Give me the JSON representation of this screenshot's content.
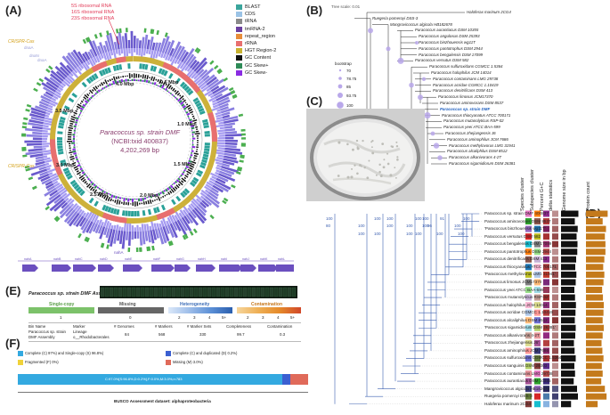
{
  "panels": {
    "A": "(A)",
    "B": "(B)",
    "C": "(C)",
    "D": "(D)",
    "E": "(E)",
    "F": "(F)"
  },
  "genome": {
    "title_line1": "Paracoccus sp. strain DMF",
    "title_line2": "(NCBI:txid 400837)",
    "size": "4,202,269 bp",
    "ticks": [
      "0.5 Mbp",
      "1.0 Mbp",
      "1.5 Mbp",
      "2.0 Mbp",
      "2.5 Mbp",
      "3.0 Mbp",
      "3.5 Mbp",
      "4.0 Mbp"
    ],
    "rrna_labels": [
      "5S ribosomal RNA",
      "16S ribosomal RNA",
      "23S ribosomal RNA"
    ],
    "crispr_labels": [
      "CRISPR-Cas",
      "CRISPR-Cas"
    ],
    "small_labels": [
      "dnaA",
      "dnaN",
      "dnaA"
    ],
    "bottom_gene": "nahA",
    "legend": [
      {
        "label": "BLAST",
        "color": "#3aa59c"
      },
      {
        "label": "CDS",
        "color": "#9bc3e6"
      },
      {
        "label": "tRNA",
        "color": "#8a8a8a"
      },
      {
        "label": "tmRNA-2",
        "color": "#6b3fa0"
      },
      {
        "label": "repeat_region",
        "color": "#e88d3a"
      },
      {
        "label": "rRNA",
        "color": "#e86f6f"
      },
      {
        "label": "HGT Region-2",
        "color": "#c8b22f"
      },
      {
        "label": "GC Content",
        "color": "#111111"
      },
      {
        "label": "GC Skew+",
        "color": "#2e8b57"
      },
      {
        "label": "GC Skew-",
        "color": "#8a2be2"
      }
    ],
    "operon_genes": [
      "nahA",
      "nahB",
      "nahC",
      "nahD",
      "nahE",
      "nahF",
      "nahG",
      "nahH",
      "nahI",
      "nahJ",
      "nahK",
      "nahL"
    ]
  },
  "treeB": {
    "scale_label": "Tree scale: 0.01",
    "bootstrap_title": "bootstrap",
    "bootstrap_values": [
      "70",
      "78.75",
      "85",
      "93.75",
      "100"
    ],
    "taxa": [
      "Haloferax marinum 2CG4",
      "Ruegeria pomeroyi DSS-3",
      "Mangrovicoccus algicola HB182678",
      "Paracoccus aurantiacus DSM 10355",
      "Paracoccus angulosus DSM 25393",
      "Paracoccus binzhouensis wg11T",
      "Paracoccus pantotrophus DSM 2944",
      "Paracoccus bengalensis DSM 17099",
      "Paracoccus versutus DSM 582",
      "Paracoccus sulfuroxidans CGMCC 1.5364",
      "Paracoccus halophilus JCM 14014",
      "Paracoccus contaminans LMG 29738",
      "Paracoccus acridae CGMCC 1.10419",
      "Paracoccus denitrificans DSM 413",
      "Paracoccus limosus JCM17370",
      "Paracoccus aminovorans DSM 8537",
      "Paracoccus sp. strain DMF",
      "Paracoccus thiocyanatus ATCC 700171",
      "Paracoccus mutanolyticus RSP-02",
      "Paracoccus yeei ATCC BAA-599",
      "Paracoccus zhejiangensis J6",
      "Paracoccus aminophilus JCM 7686",
      "Paracoccus methylovorus LMG 31941",
      "Paracoccus alcaliphilus DSM 8512",
      "Paracoccus alkanivorans 4-2T",
      "Paracoccus sigamidiorum DSM 26381"
    ]
  },
  "treeD": {
    "column_headers": [
      "Species cluster",
      "Subspecies cluster",
      "Percent G+C",
      "delta statistics",
      "Genome size in bp",
      "Protein count"
    ],
    "taxa": [
      "Paracoccus sp. strain DMF 400837",
      "Paracoccus aminovorans DSM 8537",
      "'Paracoccus binzhouensis wg11T'",
      "Paracoccus versutus DSM 582",
      "Paracoccus bengalensis DSM 17099",
      "Paracoccus pantotrophus DSM 2944",
      "Paracoccus denitrificans DSM 413",
      "Paracoccus thiocyanatus ATCC 700171",
      "'Paracoccus methylovorus LMG 31941'",
      "Paracoccus limosus JCM17370",
      "Paracoccus yeei ATCC BAA-599",
      "'Paracoccus mutanolyticus RSP-02'",
      "Paracoccus halophilus JCM 14014",
      "Paracoccus acridae CGMCC 1.10419",
      "Paracoccus alcaliphilus DSM 8512",
      "'Paracoccus sigamidiorum DSM 26381'",
      "Paracoccus alkanivorans 4-2T",
      "'Paracoccus zhejiangensis J6'",
      "Paracoccus aminophilus JCM 7686",
      "Paracoccus sulfuroxidans CGMCC 1.5364",
      "Paracoccus sanguinis DSM 29303",
      "Paracoccus contaminans LMG 29738",
      "Paracoccus aurantiacus DSM 10355",
      "Mangrovicoccus algicola HB182678",
      "Ruegeria pomeroyi DSS-3",
      "Haloferax marinum 2CG4"
    ],
    "bootstrap": [
      "100",
      "100",
      "100",
      "100",
      "100",
      "100",
      "100",
      "96",
      "100",
      "91",
      "100",
      "100",
      "100",
      "80",
      "100",
      "100",
      "100",
      "100",
      "100",
      "100"
    ]
  },
  "checkm": {
    "title": "Paracoccus sp. strain DMF Assembly",
    "boxes": [
      {
        "title": "Single-copy",
        "value": "1",
        "color": "#7cc26a"
      },
      {
        "title": "Missing",
        "value": "0",
        "color": "#666666"
      },
      {
        "title": "Heterogeneity",
        "values": [
          "2",
          "3",
          "4",
          "5+"
        ],
        "color": "#5b8fd6"
      },
      {
        "title": "Contamination",
        "values": [
          "2",
          "3",
          "4",
          "5+"
        ],
        "color": "#e8a33a"
      }
    ],
    "table_headers": [
      "Bin Name",
      "Marker Lineage",
      "# Genomes",
      "# Markers",
      "# Marker Sets",
      "Completeness",
      "Contamination"
    ],
    "table_row": [
      "Paracoccus sp. strain DMF Assembly",
      "o__Rhodobacterales",
      "84",
      "568",
      "330",
      "99.7",
      "0.3"
    ]
  },
  "busco": {
    "legend": [
      {
        "label": "Complete (C) 97%) and Single-copy (S) 96.8%)",
        "color": "#33a9e0"
      },
      {
        "label": "Complete (C) and duplicated (D) 0.2%)",
        "color": "#3b5fd1"
      },
      {
        "label": "Fragmented (F) 0%)",
        "color": "#f0d23a"
      },
      {
        "label": "Missing (M) 3.0%)",
        "color": "#e06a5a"
      }
    ],
    "bar_labels": [
      "C:97.0%[S:96.8%,D:0.2%],F:0.0%,M:3.0%,n:783"
    ],
    "xlabel": "BUSCO Assessment dataset: alphaproteobacteria"
  },
  "plate_caption": ""
}
